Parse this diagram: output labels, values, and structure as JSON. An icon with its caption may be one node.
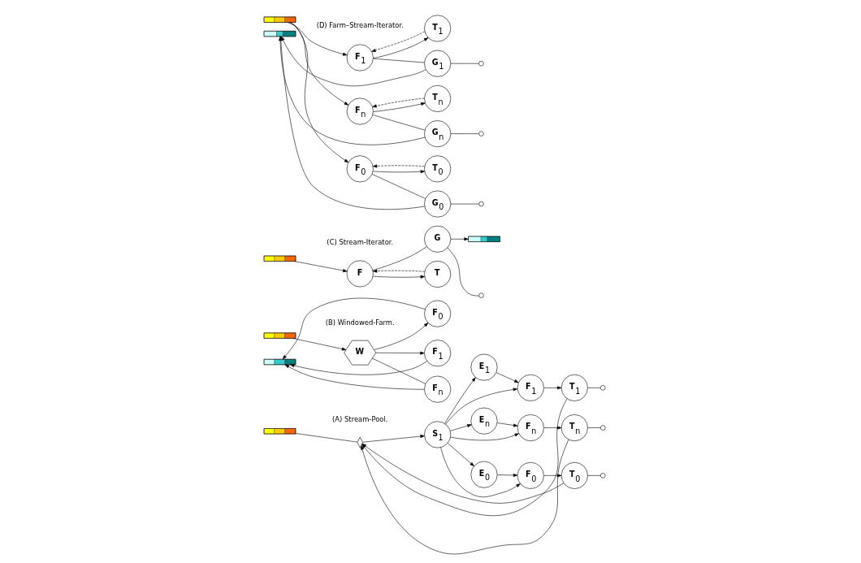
{
  "diagram": {
    "nodes": [
      {
        "text": [],
        "shape": "bar"
      },
      {
        "text": [],
        "shape": "diamond"
      },
      {
        "text": [
          "S$_{1}$"
        ]
      },
      {
        "text": [
          "E$_{0}$"
        ]
      },
      {
        "text": [
          "F$_{0}$"
        ]
      },
      {
        "text": [
          "T$_{0}$"
        ]
      },
      {
        "text": [
          "E$_{1}$"
        ]
      },
      {
        "text": [
          "F$_{1}$"
        ]
      },
      {
        "text": [
          "T$_{1}$"
        ]
      },
      {
        "text": [
          "E$_{n}$"
        ]
      },
      {
        "text": [
          "F$_{n}$"
        ]
      },
      {
        "text": [
          "T$_{n}$"
        ]
      },
      {
        "text": [],
        "shape": "bar"
      },
      {
        "text": [
          "W"
        ]
      },
      {
        "text": [
          "F$_{0}$"
        ]
      },
      {
        "text": [
          "F$_{1}$"
        ]
      },
      {
        "text": [
          "F$_{n}$"
        ]
      },
      {
        "text": [],
        "shape": "bar"
      },
      {
        "text": [],
        "shape": "bar"
      },
      {
        "text": [
          "F"
        ]
      },
      {
        "text": [
          "T"
        ]
      },
      {
        "text": [
          "G"
        ]
      },
      {
        "text": [],
        "shape": "bar"
      },
      {
        "text": [],
        "shape": "bar"
      },
      {
        "text": [
          "F$_{0}$"
        ]
      },
      {
        "text": [
          "T$_{0}$"
        ]
      },
      {
        "text": [
          "G$_{0}$"
        ]
      },
      {
        "text": [
          "F$_{1}$"
        ]
      },
      {
        "text": [
          "T$_{1}$"
        ]
      },
      {
        "text": [
          "G$_{1}$"
        ]
      },
      {
        "text": [
          "F$_{n}$"
        ]
      },
      {
        "text": [
          "T$_{n}$"
        ]
      },
      {
        "text": [
          "G$_{n}$"
        ]
      },
      {
        "text": [],
        "shape": "bar"
      }
    ],
    "edges": [
      {
        "from": 0,
        "to": 1,
        "arrow": "none"
      },
      {
        "from": 1,
        "to": 2,
        "arrow": "to"
      },
      {
        "from": 2,
        "to": 3,
        "arrow": "to"
      },
      {
        "from": 2,
        "to": 4,
        "arrow": "to"
      },
      {
        "from": 2,
        "to": 6,
        "arrow": "to"
      },
      {
        "from": 2,
        "to": 7,
        "arrow": "to"
      },
      {
        "from": 2,
        "to": 9,
        "arrow": "to"
      },
      {
        "from": 2,
        "to": 10,
        "arrow": "to"
      },
      {
        "from": 3,
        "to": 4,
        "arrow": "to"
      },
      {
        "from": 4,
        "to": 5,
        "arrow": "to"
      },
      {
        "from": 6,
        "to": 7,
        "arrow": "to"
      },
      {
        "from": 7,
        "to": 8,
        "arrow": "to"
      },
      {
        "from": 9,
        "to": 10,
        "arrow": "to"
      },
      {
        "from": 10,
        "to": 11,
        "arrow": "to"
      },
      {
        "from": 5,
        "to": 1,
        "arrow": "to"
      },
      {
        "from": 8,
        "to": 1,
        "arrow": "to"
      },
      {
        "from": 11,
        "to": 1,
        "arrow": "to"
      },
      {
        "from": 5,
        "to": null,
        "arrow": "other"
      },
      {
        "from": 8,
        "to": null,
        "arrow": "other"
      },
      {
        "from": 11,
        "to": null,
        "arrow": "other"
      },
      {
        "from": 12,
        "to": 13,
        "arrow": "to"
      },
      {
        "from": 13,
        "to": 14,
        "arrow": "to"
      },
      {
        "from": 13,
        "to": 15,
        "arrow": "to"
      },
      {
        "from": 13,
        "to": 16,
        "arrow": "none"
      },
      {
        "from": 14,
        "to": 17,
        "arrow": "to"
      },
      {
        "from": 15,
        "to": 17,
        "arrow": "to"
      },
      {
        "from": 16,
        "to": 17,
        "arrow": "to"
      },
      {
        "from": 18,
        "to": 19,
        "arrow": "to"
      },
      {
        "from": 19,
        "to": 20,
        "arrow": "to"
      },
      {
        "from": 20,
        "to": 19,
        "arrow": "to",
        "style": "dashed"
      },
      {
        "from": 19,
        "to": 21,
        "arrow": "none"
      },
      {
        "from": 21,
        "to": 22,
        "arrow": "to"
      },
      {
        "from": 21,
        "to": null,
        "arrow": "other"
      },
      {
        "from": 23,
        "to": 24,
        "arrow": "to"
      },
      {
        "from": 23,
        "to": 27,
        "arrow": "to"
      },
      {
        "from": 23,
        "to": 30,
        "arrow": "to"
      },
      {
        "from": 24,
        "to": 25,
        "arrow": "to"
      },
      {
        "from": 25,
        "to": 24,
        "arrow": "to",
        "style": "dashed"
      },
      {
        "from": 24,
        "to": 26,
        "arrow": "none"
      },
      {
        "from": 27,
        "to": 28,
        "arrow": "to"
      },
      {
        "from": 28,
        "to": 27,
        "arrow": "to",
        "style": "dashed"
      },
      {
        "from": 27,
        "to": 29,
        "arrow": "none"
      },
      {
        "from": 30,
        "to": 31,
        "arrow": "to"
      },
      {
        "from": 31,
        "to": 30,
        "arrow": "to",
        "style": "dashed"
      },
      {
        "from": 30,
        "to": 32,
        "arrow": "none"
      },
      {
        "from": 26,
        "to": 33,
        "arrow": "to"
      },
      {
        "from": 29,
        "to": 33,
        "arrow": "to"
      },
      {
        "from": 32,
        "to": 33,
        "arrow": "to"
      },
      {
        "from": 26,
        "to": null,
        "arrow": "other"
      },
      {
        "from": 29,
        "to": null,
        "arrow": "other"
      },
      {
        "from": 32,
        "to": null,
        "arrow": "other"
      }
    ],
    "labels": [
      "(A) Stream-Pool.",
      "(B) Windowed-Farm.",
      "(C) Stream-Iterator.",
      "(D) Farm–Stream-Iterator."
    ]
  }
}
